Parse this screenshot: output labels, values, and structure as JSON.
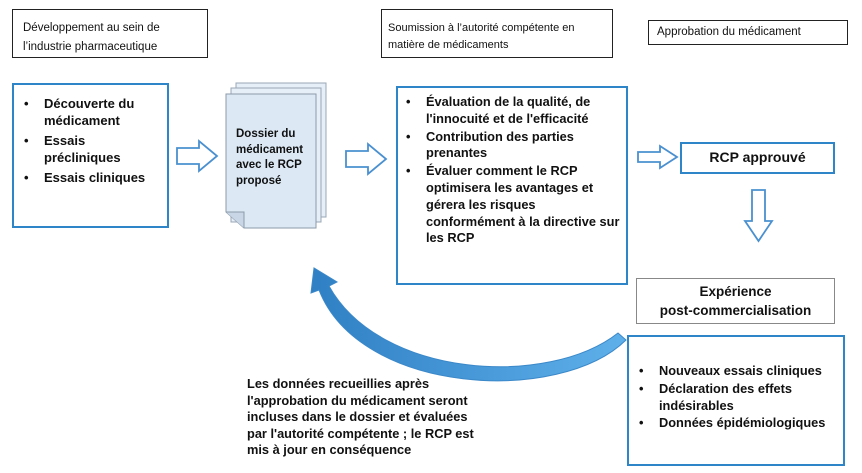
{
  "headers": {
    "dev_line1": "Développement au sein de",
    "dev_line2": "l’industrie pharmaceutique",
    "sub_line1": "Soumission à l’autorité compétente en",
    "sub_line2": "matière de médicaments",
    "approval": "Approbation du médicament"
  },
  "left_box": {
    "items": [
      "Découverte du médicament",
      "Essais précliniques",
      "Essais cliniques"
    ]
  },
  "document": {
    "label": "Dossier du médicament avec le RCP proposé"
  },
  "middle_box": {
    "items": [
      "Évaluation de la qualité, de l'innocuité et de l'efficacité",
      "Contribution des parties prenantes",
      "Évaluer comment le RCP optimisera les avantages et gérera les risques conformément à la directive sur les RCP"
    ]
  },
  "approved_box": {
    "label": "RCP approuvé"
  },
  "post_box": {
    "line1": "Expérience",
    "line2": "post-commercialisation"
  },
  "bottom_box": {
    "items": [
      "Nouveaux essais cliniques",
      "Déclaration des effets indésirables",
      "Données épidémiologiques"
    ]
  },
  "feedback_text": "Les données recueillies après l'approbation du médicament seront incluses dans le dossier et évaluées par l'autorité compétente ; le RCP est mis à jour en conséquence",
  "colors": {
    "box_border": "#2e86c8",
    "arrow_outline": "#4a90d0",
    "document_fill": "#dce9f5",
    "curved_arrow": "#3d94d4"
  }
}
